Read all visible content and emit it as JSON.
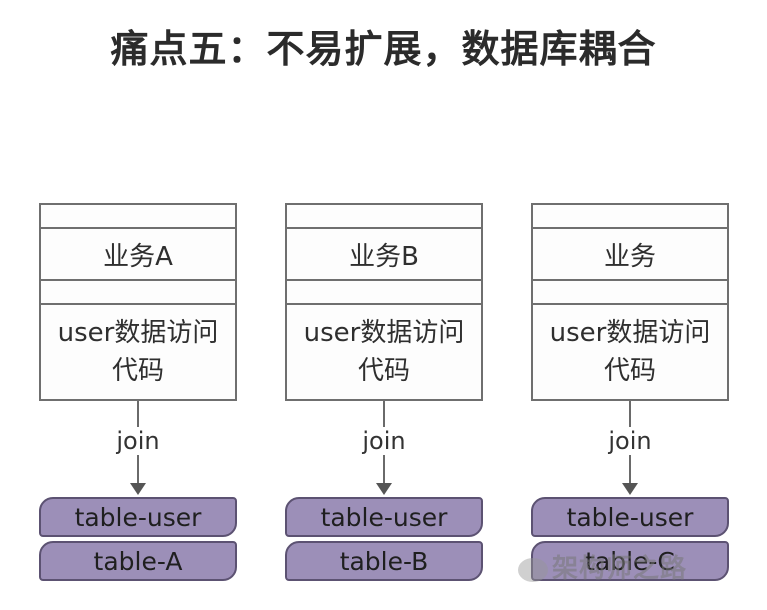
{
  "title": "痛点五：不易扩展，数据库耦合",
  "columns": [
    {
      "business_label": "业务A",
      "code_label": "user数据访问代码",
      "join_label": "join",
      "tables": [
        "table-user",
        "table-A"
      ]
    },
    {
      "business_label": "业务B",
      "code_label": "user数据访问代码",
      "join_label": "join",
      "tables": [
        "table-user",
        "table-B"
      ]
    },
    {
      "business_label": "业务",
      "code_label": "user数据访问代码",
      "join_label": "join",
      "tables": [
        "table-user",
        "table-C"
      ]
    }
  ],
  "watermark": "架构师之路",
  "colors": {
    "table_fill": "#9c8fb8",
    "box_border": "#6f6f6f",
    "title_text": "#2b2b2b"
  }
}
